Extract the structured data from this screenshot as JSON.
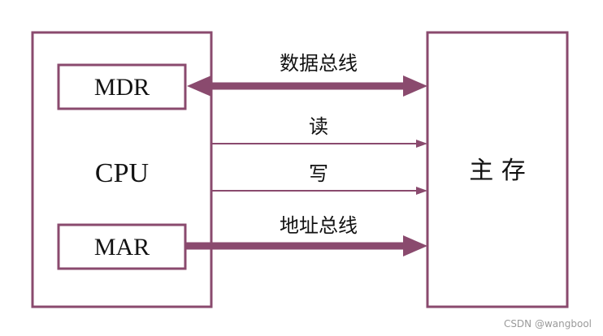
{
  "cpu": {
    "label": "CPU",
    "mdr_label": "MDR",
    "mar_label": "MAR"
  },
  "memory": {
    "label": "主 存"
  },
  "buses": {
    "data_bus": "数据总线",
    "read": "读",
    "write": "写",
    "address_bus": "地址总线"
  },
  "colors": {
    "line": "#8a4a6e"
  },
  "watermark": "CSDN @wangbool"
}
